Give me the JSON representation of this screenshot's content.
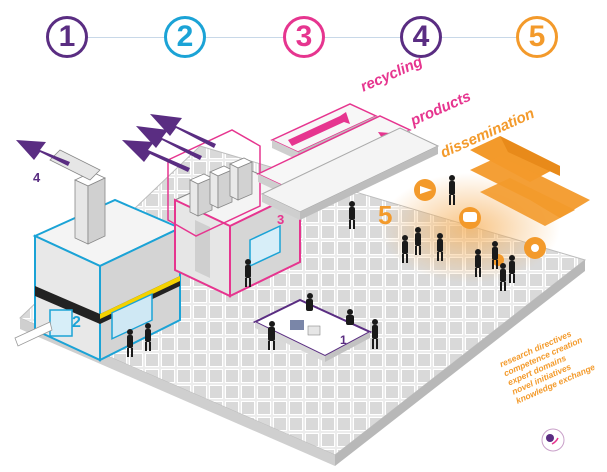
{
  "steps": [
    {
      "label": "1",
      "color": "#5a2d82"
    },
    {
      "label": "2",
      "color": "#1ba3d6"
    },
    {
      "label": "3",
      "color": "#e6358f"
    },
    {
      "label": "4",
      "color": "#5a2d82"
    },
    {
      "label": "5",
      "color": "#f39a2b"
    }
  ],
  "flows": {
    "recycling": "recycling",
    "products": "products",
    "dissemination": "dissemination"
  },
  "markers": {
    "exhaust_4": "4",
    "building_2": "2",
    "building_3": "3",
    "floor_5": "5",
    "desk_1": "1"
  },
  "outputs": [
    "research directives",
    "competence creation",
    "expert domains",
    "novel initiatives",
    "knowledge exchange"
  ],
  "colors": {
    "purple": "#5a2d82",
    "cyan": "#1ba3d6",
    "magenta": "#e6358f",
    "orange": "#f39a2b",
    "grey": "#d8d8d8"
  }
}
